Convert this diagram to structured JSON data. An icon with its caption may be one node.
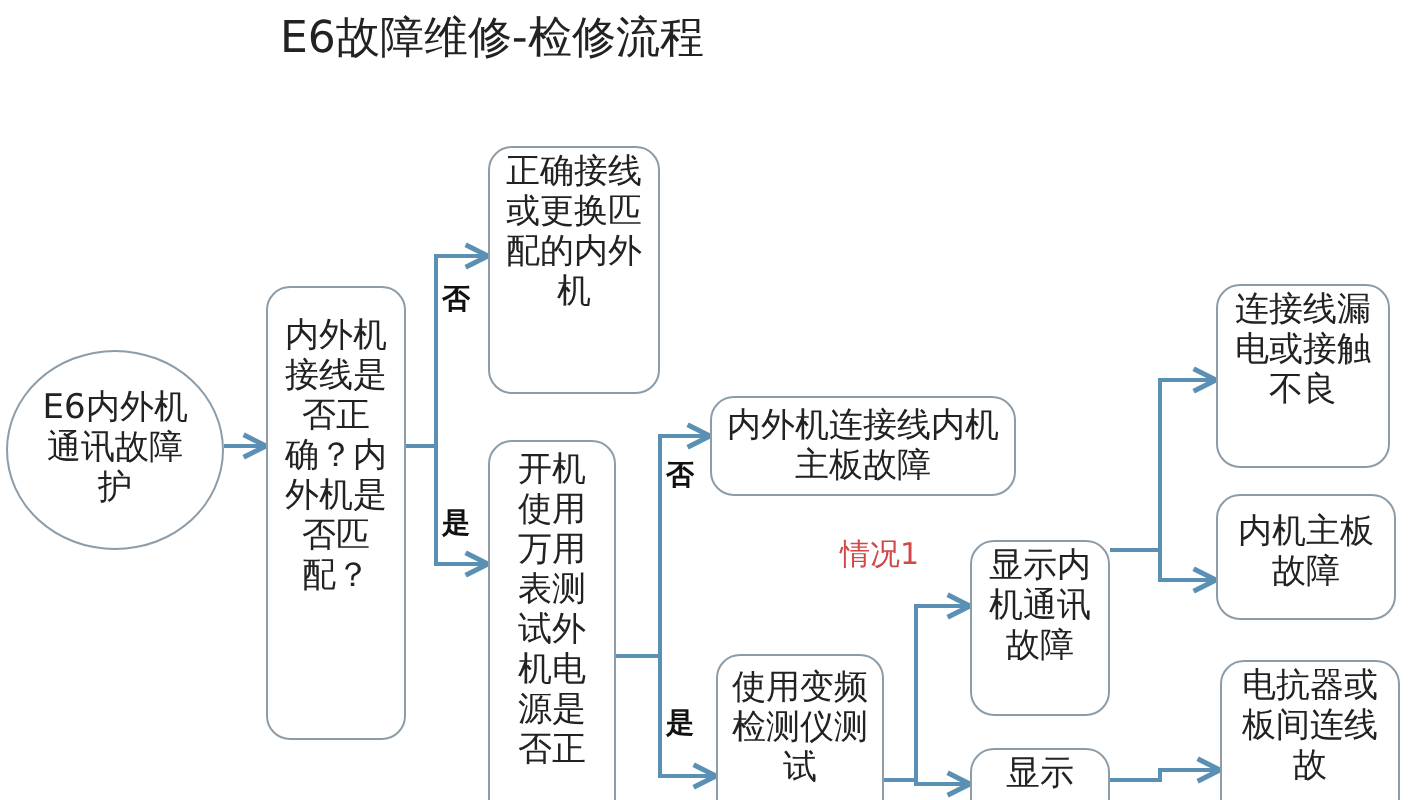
{
  "diagram": {
    "title": "E6故障维修-检修流程",
    "nodes": [
      {
        "text": [
          "E6内外机通讯故障护"
        ]
      },
      {
        "text": [
          "内外机接线是否正确？内外机是否匹配？"
        ]
      },
      {
        "text": [
          "正确接线或更换匹配的内外机"
        ]
      },
      {
        "text": [
          "开机使用万用表测试外机电源是否正"
        ]
      },
      {
        "text": [
          "内外机连接线内机主板故障"
        ]
      },
      {
        "text": [
          "使用变频检测仪测试"
        ]
      },
      {
        "text": [
          "显示内机通讯故障"
        ]
      },
      {
        "text": [
          "显示"
        ]
      },
      {
        "text": [
          "连接线漏电或接触不良"
        ]
      },
      {
        "text": [
          "内机主板故障"
        ]
      },
      {
        "text": [
          "电抗器或板间连线故"
        ]
      }
    ],
    "edges": [
      {
        "from": 0,
        "to": 1,
        "arrow": "to"
      },
      {
        "from": 1,
        "to": 2,
        "arrow": "to",
        "label": "否"
      },
      {
        "from": 1,
        "to": 3,
        "arrow": "to",
        "label": "是"
      },
      {
        "from": 3,
        "to": 4,
        "arrow": "to",
        "label": "否"
      },
      {
        "from": 3,
        "to": 5,
        "arrow": "to",
        "label": "是"
      },
      {
        "from": 5,
        "to": 6,
        "arrow": "to"
      },
      {
        "from": 5,
        "to": 7,
        "arrow": "to"
      },
      {
        "from": 6,
        "to": 8,
        "arrow": "to"
      },
      {
        "from": 6,
        "to": 9,
        "arrow": "to"
      },
      {
        "from": 7,
        "to": 10,
        "arrow": "to"
      }
    ],
    "labels": [
      "情况1"
    ]
  }
}
